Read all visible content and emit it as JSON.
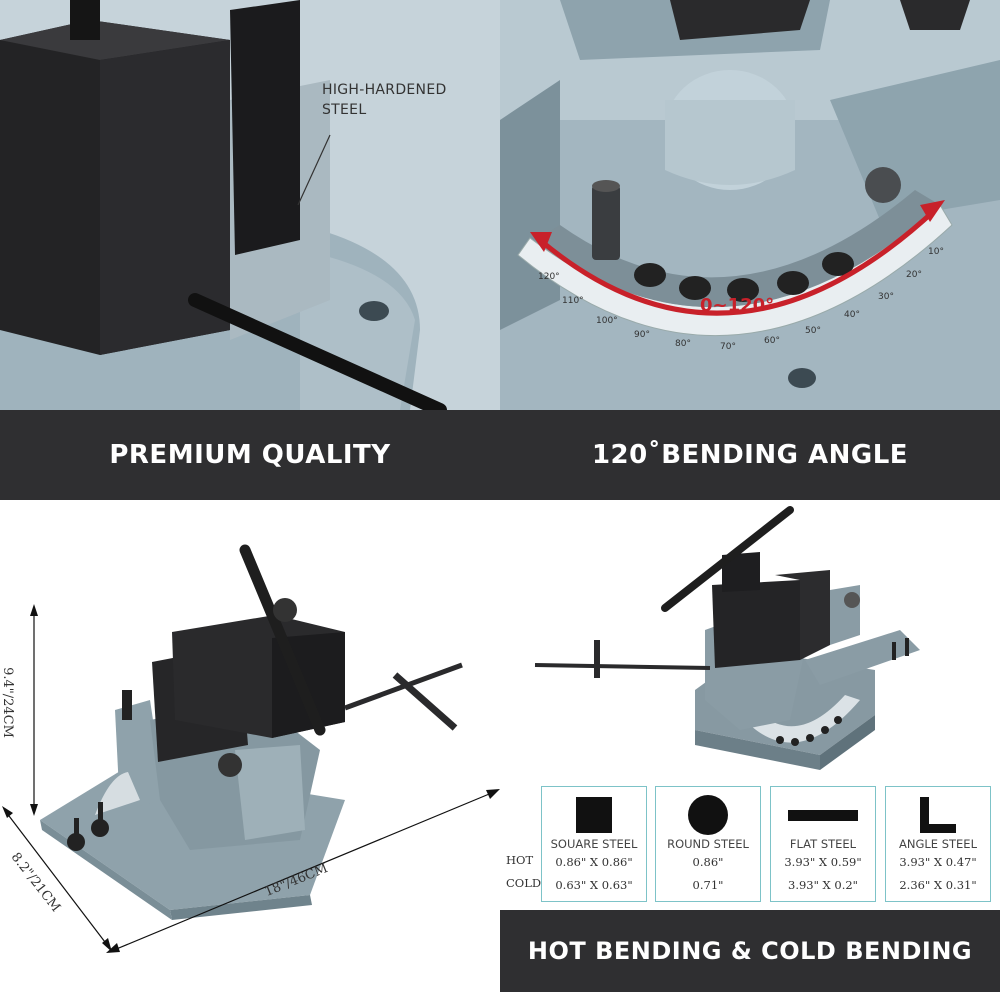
{
  "panels": {
    "quality": {
      "callout_line1": "HIGH-HARDENED",
      "callout_line2": "STEEL",
      "banner": "PREMIUM QUALITY"
    },
    "angle": {
      "range_label": "0~120°",
      "banner": "120˚BENDING ANGLE",
      "scale_ticks": [
        "120°",
        "110°",
        "100°",
        "90°",
        "80°",
        "70°",
        "60°",
        "50°",
        "40°",
        "30°",
        "20°",
        "10°"
      ]
    },
    "dimensions": {
      "height": "9.4\"/24CM",
      "depth": "8.2\"/21CM",
      "width": "18\"/46CM"
    },
    "specs": {
      "row_hot": "HOT",
      "row_cold": "COLD",
      "cards": [
        {
          "name": "SOUARE STEEL",
          "hot": "0.86\" X 0.86\"",
          "cold": "0.63\" X 0.63\"",
          "icon": "square-icon"
        },
        {
          "name": "ROUND STEEL",
          "hot": "0.86\"",
          "cold": "0.71\"",
          "icon": "circle-icon"
        },
        {
          "name": "FLAT STEEL",
          "hot": "3.93\" X 0.59\"",
          "cold": "3.93\" X 0.2\"",
          "icon": "flat-bar-icon"
        },
        {
          "name": "ANGLE STEEL",
          "hot": "3.93\" X 0.47\"",
          "cold": "2.36\" X 0.31\"",
          "icon": "angle-icon"
        }
      ],
      "banner": "HOT BENDING & COLD BENDING"
    }
  },
  "colors": {
    "banner_bg": "#2f2f31",
    "cast_iron_blue": "#8fa2ab",
    "steel_black": "#1e1e1e",
    "arrow_red": "#c8212a",
    "card_border": "#7dc3c8"
  }
}
